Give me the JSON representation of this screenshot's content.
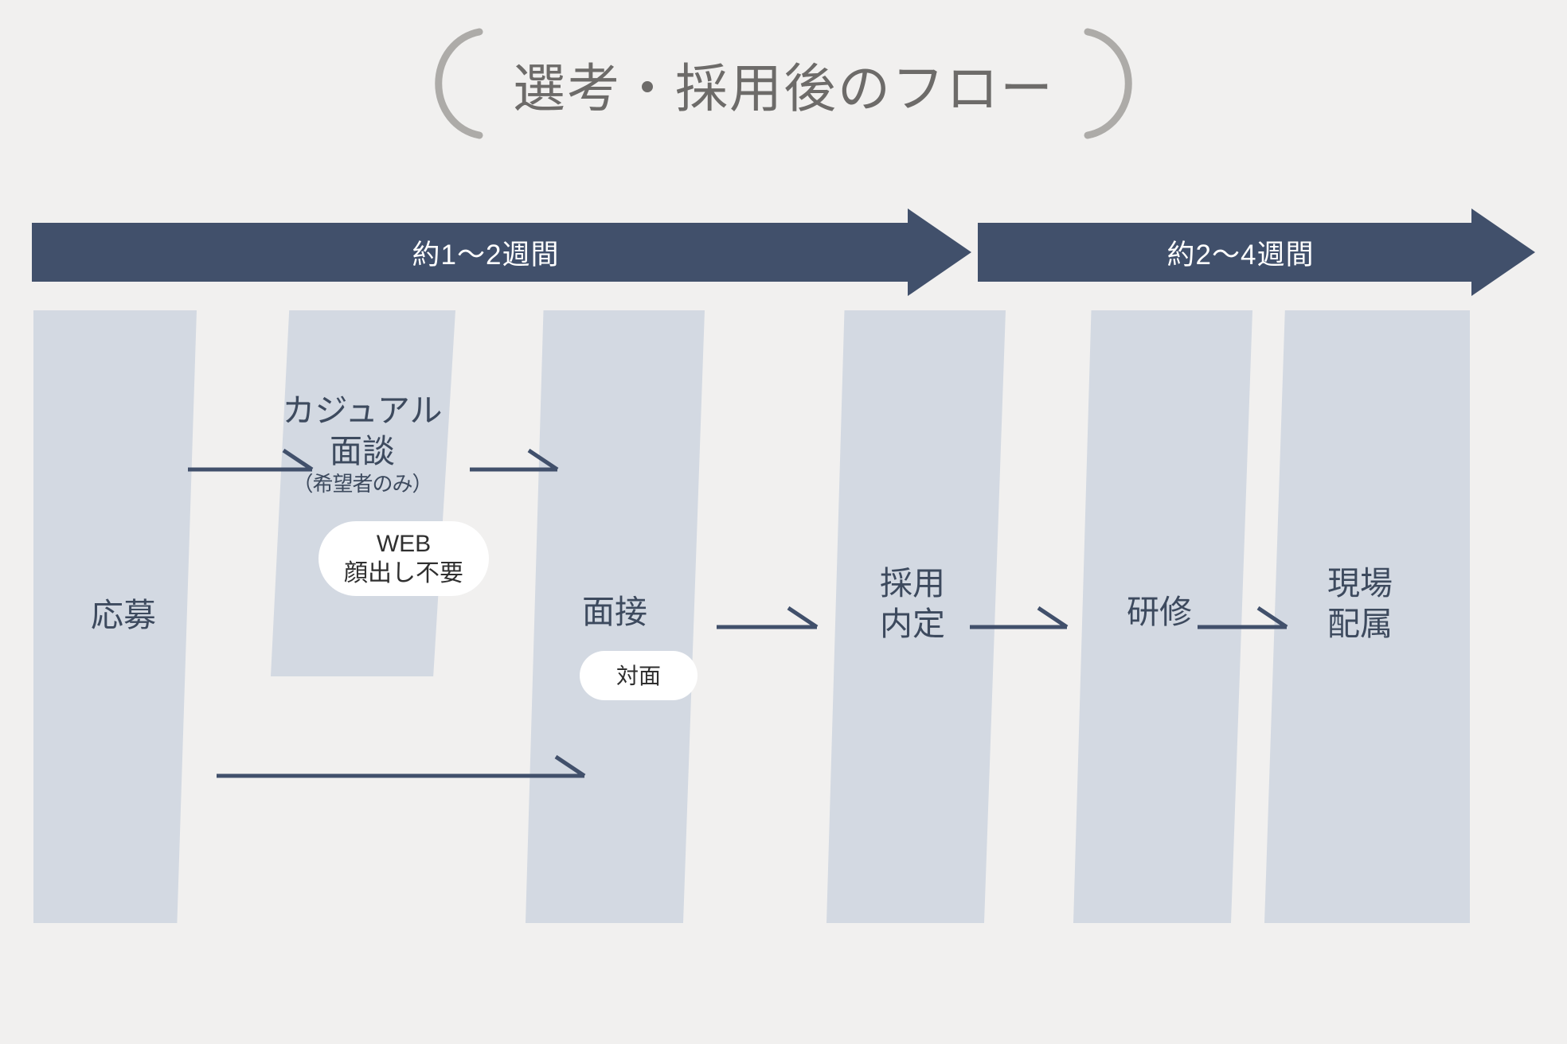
{
  "page": {
    "title": "選考・採用後のフロー",
    "background_color": "#f1f0ef",
    "accent_color": "#41506b",
    "column_color": "#d3d9e2",
    "text_color": "#3d4a5e",
    "title_color": "#6d6b69"
  },
  "timeline": {
    "phases": [
      {
        "label": "約1〜2週間",
        "name": "selection-phase"
      },
      {
        "label": "約2〜4週間",
        "name": "post-offer-phase"
      }
    ]
  },
  "stages": [
    {
      "id": "apply",
      "label": "応募",
      "sub": "",
      "badge": null
    },
    {
      "id": "casual",
      "label": "カジュアル\n面談",
      "sub": "（希望者のみ）",
      "badge": {
        "label": "WEB\n顔出し不要"
      }
    },
    {
      "id": "interview",
      "label": "面接",
      "sub": "",
      "badge": {
        "label": "対面"
      }
    },
    {
      "id": "offer",
      "label": "採用\n内定",
      "sub": "",
      "badge": null
    },
    {
      "id": "training",
      "label": "研修",
      "sub": "",
      "badge": null
    },
    {
      "id": "assign",
      "label": "現場\n配属",
      "sub": "",
      "badge": null
    }
  ],
  "connectors": [
    {
      "id": "apply-to-casual",
      "from": "apply",
      "to": "casual"
    },
    {
      "id": "casual-to-interview",
      "from": "casual",
      "to": "interview"
    },
    {
      "id": "interview-to-offer",
      "from": "interview",
      "to": "offer"
    },
    {
      "id": "offer-to-training",
      "from": "offer",
      "to": "training"
    },
    {
      "id": "training-to-assign",
      "from": "training",
      "to": "assign"
    },
    {
      "id": "apply-to-interview-bypass",
      "from": "apply",
      "to": "interview"
    }
  ]
}
